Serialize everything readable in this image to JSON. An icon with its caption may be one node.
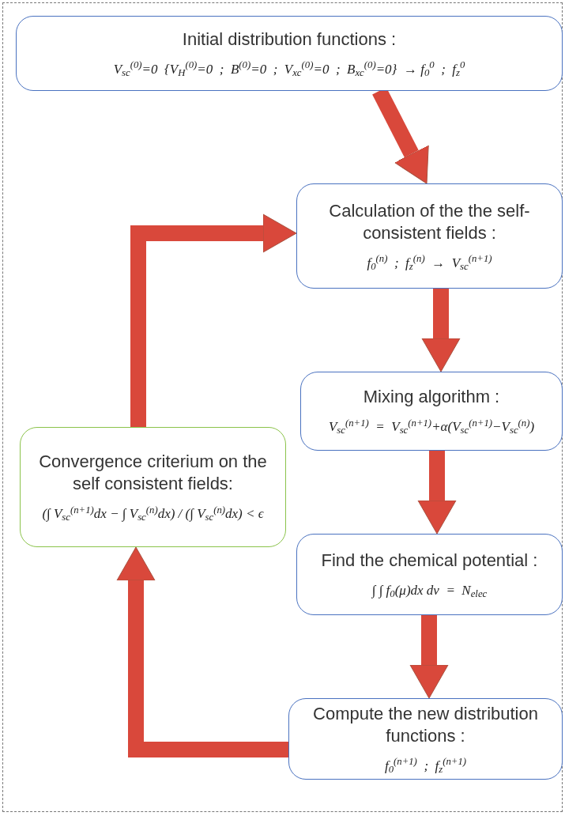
{
  "diagram": {
    "nodes": [
      {
        "text": [
          "Initial distribution functions :",
          "V$_{sc}$$^{(0)}$=0  {V$_{H}$$^{(0)}$=0  ;  B$^{(0)}$=0  ;  V$_{xc}$$^{(0)}$=0  ;  B$_{xc}$$^{(0)}$=0}  → f$_{0}$$^{0}$  ;  f$_{z}$$^{0}$"
        ]
      },
      {
        "text": [
          "Calculation of the the self-consistent fields :",
          "f$_{0}$$^{(n)}$  ;  f$_{z}$$^{(n)}$  →  V$_{sc}$$^{(n+1)}$"
        ]
      },
      {
        "text": [
          "Mixing algorithm :",
          "V$_{sc}$$^{(n+1)}$  =  V$_{sc}$$^{(n+1)}$+α(V$_{sc}$$^{(n+1)}$−V$_{sc}$$^{(n)}$)"
        ]
      },
      {
        "text": [
          "Find the chemical potential :",
          "∫ ∫ f$_{0}$(μ)dx dv  =  N$_{elec}$"
        ]
      },
      {
        "text": [
          "Compute the new distribution functions :",
          "f$_{0}$$^{(n+1)}$  ;  f$_{z}$$^{(n+1)}$"
        ]
      },
      {
        "text": [
          "Convergence criterium on the self consistent fields:",
          "(∫ V$_{sc}$$^{(n+1)}$dx − ∫ V$_{sc}$$^{(n)}$dx) / (∫ V$_{sc}$$^{(n)}$dx) < ϵ"
        ]
      }
    ],
    "edges": [
      {
        "from": 0,
        "to": 1,
        "arrow": "to"
      },
      {
        "from": 1,
        "to": 2,
        "arrow": "to"
      },
      {
        "from": 2,
        "to": 3,
        "arrow": "to"
      },
      {
        "from": 3,
        "to": 4,
        "arrow": "to"
      },
      {
        "from": 4,
        "to": 5,
        "arrow": "to"
      },
      {
        "from": 5,
        "to": 1,
        "arrow": "to"
      }
    ]
  }
}
